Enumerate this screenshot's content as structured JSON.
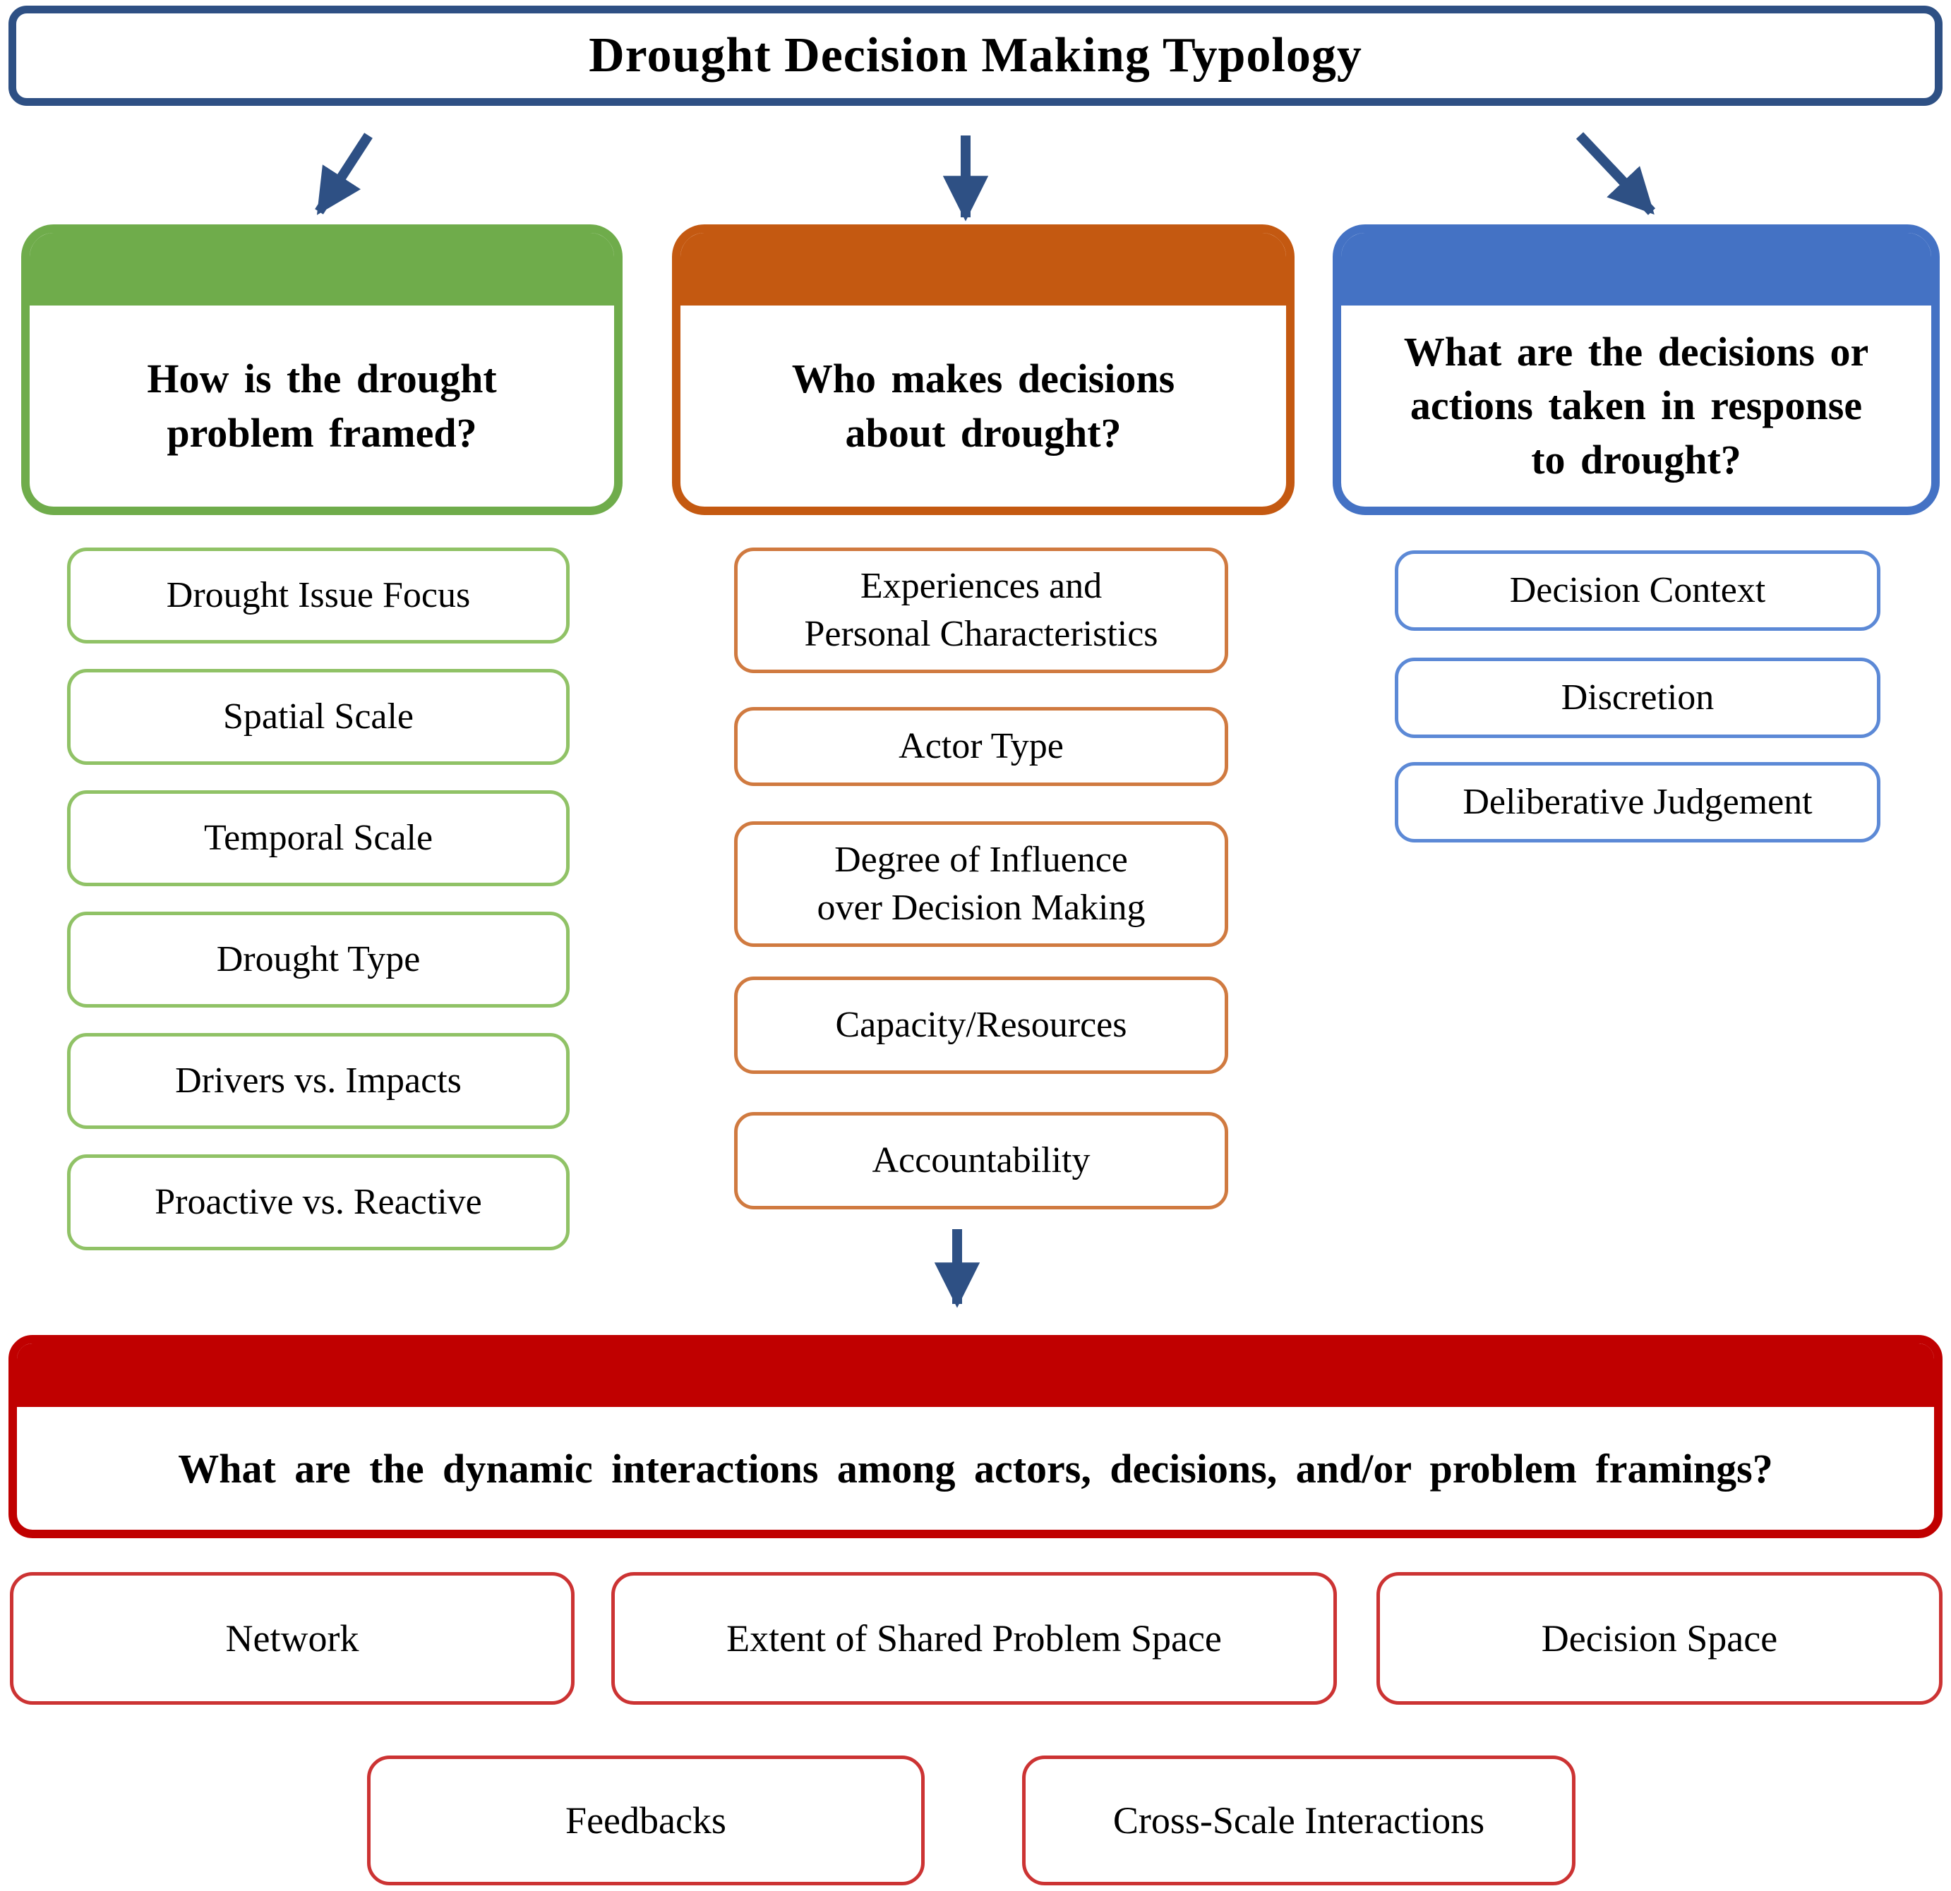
{
  "title": "Drought Decision Making Typology",
  "colors": {
    "navy": "#2E5084",
    "green": "#6FAC4B",
    "green_light": "#90C266",
    "orange": "#C45911",
    "orange_light": "#D07A40",
    "blue": "#4472C4",
    "blue_light": "#5C89D6",
    "red": "#C00000",
    "red_light": "#CC3333",
    "text": "#000000"
  },
  "columns": [
    {
      "id": "problem-framing",
      "question": "How is the drought\nproblem  framed?",
      "items": [
        "Drought Issue Focus",
        "Spatial Scale",
        "Temporal Scale",
        "Drought Type",
        "Drivers vs. Impacts",
        "Proactive vs. Reactive"
      ]
    },
    {
      "id": "actors",
      "question": "Who makes decisions\nabout drought?",
      "items": [
        "Experiences and\nPersonal Characteristics",
        "Actor Type",
        "Degree of Influence\nover Decision Making",
        "Capacity/Resources",
        "Accountability"
      ]
    },
    {
      "id": "decisions-actions",
      "question": "What are the decisions or\nactions taken in response\nto drought?",
      "items": [
        "Decision Context",
        "Discretion",
        "Deliberative Judgement"
      ]
    }
  ],
  "interactions": {
    "question": "What are the dynamic interactions among actors, decisions, and/or problem framings?",
    "items_row1": [
      "Network",
      "Extent of Shared Problem Space",
      "Decision Space"
    ],
    "items_row2": [
      "Feedbacks",
      "Cross-Scale Interactions"
    ]
  }
}
